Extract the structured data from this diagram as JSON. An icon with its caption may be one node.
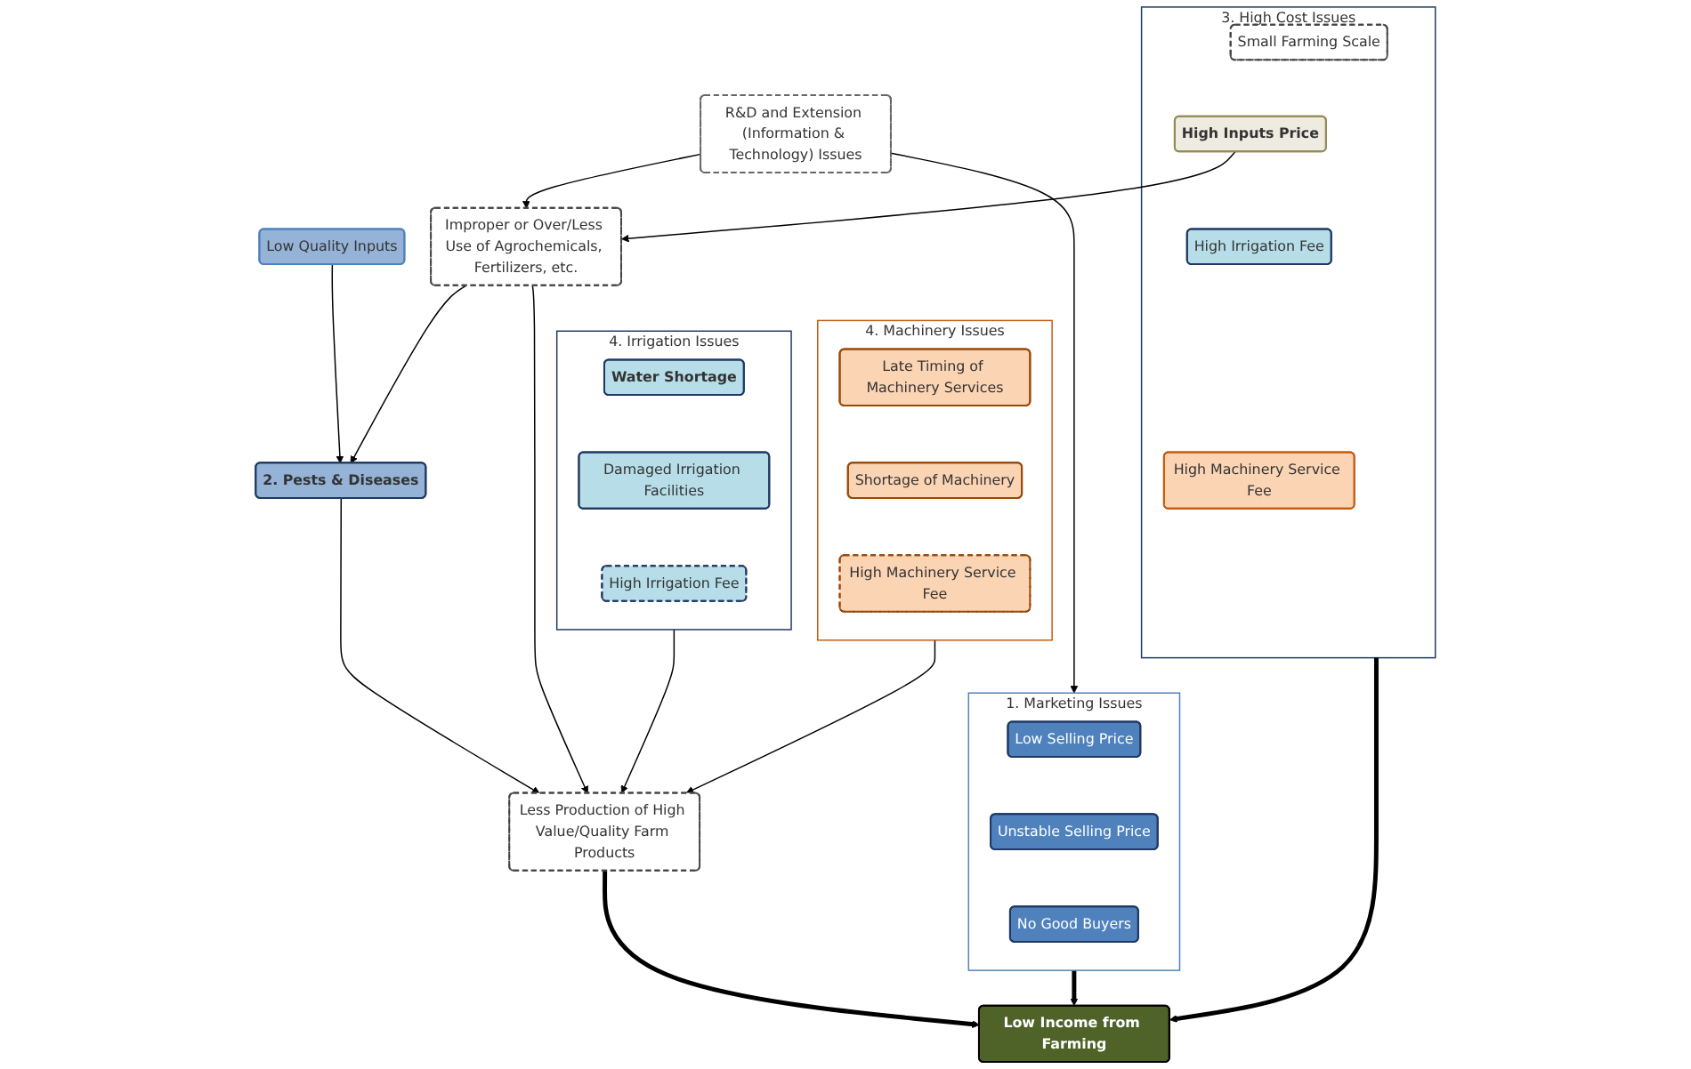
{
  "diagram": {
    "nodes": [
      {
        "text": [
          "R&D and Extension (Information & Technology) Issues"
        ]
      },
      {
        "text": [
          "4. Irrigation Issues"
        ]
      },
      {
        "text": [
          "Water Shortage"
        ],
        "in": 1
      },
      {
        "text": [
          "Damaged Irrigation Facilities"
        ],
        "in": 1
      },
      {
        "text": [
          "High Irrigation Fee"
        ],
        "in": 1
      },
      {
        "text": [
          "Low Quality Inputs"
        ]
      },
      {
        "text": [
          "Improper or Over/Less Use of Agrochemicals, Fertilizers, etc."
        ]
      },
      {
        "text": [
          "3. High Cost Issues"
        ]
      },
      {
        "text": [
          "Small Farming Scale"
        ],
        "in": 7
      },
      {
        "text": [
          "High Inputs Price"
        ],
        "in": 7
      },
      {
        "text": [
          "High Irrigation Fee"
        ],
        "in": 7
      },
      {
        "text": [
          "High Machinery Service Fee"
        ],
        "in": 7
      },
      {
        "text": [
          "2. Pests & Diseases"
        ]
      },
      {
        "text": [
          "Less Production of High Value/Quality Farm Products"
        ]
      },
      {
        "text": [
          "4. Machinery Issues"
        ]
      },
      {
        "text": [
          "Late Timing of Machinery Services"
        ],
        "in": 14
      },
      {
        "text": [
          "Shortage of Machinery"
        ],
        "in": 14
      },
      {
        "text": [
          "High Machinery Service Fee"
        ],
        "in": 14
      },
      {
        "text": [
          "1. Marketing Issues"
        ]
      },
      {
        "text": [
          "Low Selling Price"
        ],
        "in": 18
      },
      {
        "text": [
          "Unstable Selling Price"
        ],
        "in": 18
      },
      {
        "text": [
          "No Good Buyers"
        ],
        "in": 18
      },
      {
        "text": [
          "Low Income from Farming"
        ]
      }
    ],
    "edges": [
      {
        "from": 0,
        "to": 18,
        "arrow": "to"
      },
      {
        "from": 0,
        "to": 6,
        "arrow": "to"
      },
      {
        "from": 9,
        "to": 6,
        "arrow": "to"
      },
      {
        "from": 5,
        "to": 12,
        "arrow": "to"
      },
      {
        "from": 6,
        "to": 12,
        "arrow": "to"
      },
      {
        "from": 12,
        "to": 13,
        "arrow": "to"
      },
      {
        "from": 6,
        "to": 13,
        "arrow": "to"
      },
      {
        "from": 1,
        "to": 13,
        "arrow": "to"
      },
      {
        "from": 14,
        "to": 13,
        "arrow": "to"
      },
      {
        "from": 13,
        "to": 22,
        "arrow": "to",
        "style": "thick"
      },
      {
        "from": 18,
        "to": 22,
        "arrow": "to",
        "style": "thick"
      },
      {
        "from": 7,
        "to": 22,
        "arrow": "to",
        "style": "thick"
      }
    ]
  }
}
